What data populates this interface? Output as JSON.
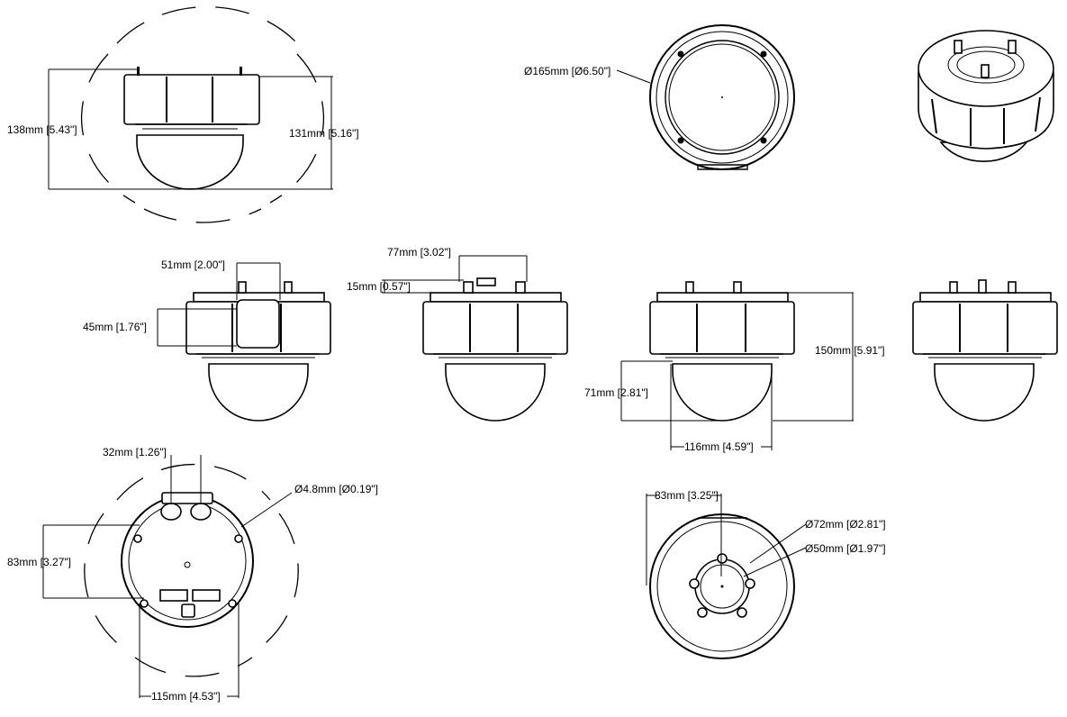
{
  "dimensions": {
    "side_total_height": "138mm [5.43\"]",
    "side_body_height": "131mm [5.16\"]",
    "top_diameter": "Ø165mm [Ø6.50\"]",
    "window_width": "51mm [2.00\"]",
    "window_height": "45mm [1.76\"]",
    "bracket_width": "77mm [3.02\"]",
    "bracket_height": "15mm [0.57\"]",
    "overall_height": "150mm [5.91\"]",
    "dome_height": "71mm [2.81\"]",
    "dome_width": "116mm [4.59\"]",
    "port_spacing": "32mm [1.26\"]",
    "hole_diameter": "Ø4.8mm [Ø0.19\"]",
    "mount_vertical": "83mm [3.27\"]",
    "mount_horizontal": "115mm [4.53\"]",
    "back_offset": "83mm [3.25\"]",
    "ring_outer": "Ø72mm [Ø2.81\"]",
    "ring_inner": "Ø50mm [Ø1.97\"]"
  }
}
